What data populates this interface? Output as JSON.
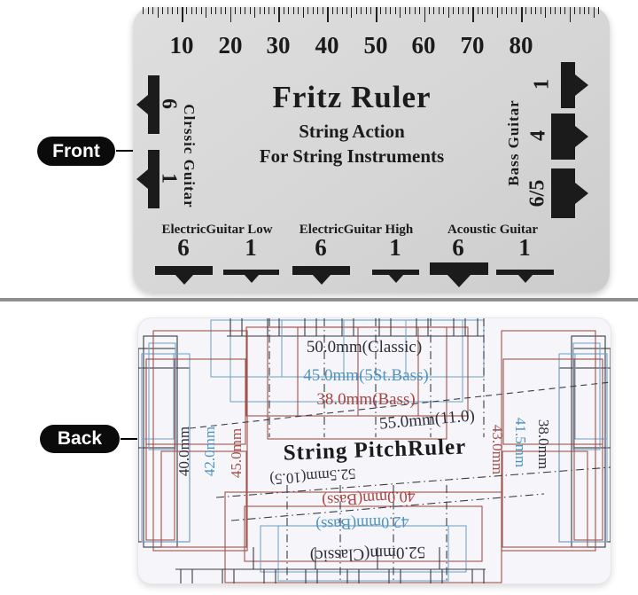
{
  "colors": {
    "front_card": "#d8d8d8",
    "back_card": "#f6f6fa",
    "pill": "#0b0b0b",
    "ink": "#1b1b1b",
    "divider": "#8f8f8f"
  },
  "front": {
    "label": "Front",
    "title": "Fritz Ruler",
    "subtitle1": "String Action",
    "subtitle2": "For String Instruments",
    "ruler_numbers": [
      "10",
      "20",
      "30",
      "40",
      "50",
      "60",
      "70",
      "80"
    ],
    "left_group": {
      "name": "Clrssic Guitar",
      "marker_values": [
        "6",
        "1"
      ]
    },
    "right_group": {
      "name": "Bass Guitar",
      "marker_values": [
        "1",
        "4",
        "6/5"
      ]
    },
    "bottom_groups": [
      {
        "name": "ElectricGuitar Low",
        "marker_values": [
          "6",
          "1"
        ]
      },
      {
        "name": "ElectricGuitar High",
        "marker_values": [
          "6",
          "1"
        ]
      },
      {
        "name": "Acoustic Guitar",
        "marker_values": [
          "6",
          "1"
        ]
      }
    ]
  },
  "back": {
    "label": "Back",
    "title": "String PitchRuler",
    "top_labels": [
      {
        "text": "50.0mm(Classic)",
        "color": "#2e2e38"
      },
      {
        "text": "45.0mm(5St.Bass)",
        "color": "#4f94bd"
      },
      {
        "text": "38.0mm(Bass)",
        "color": "#a8433e"
      },
      {
        "text": "55.0mm(11.0)",
        "color": "#2e2e38"
      }
    ],
    "bottom_labels": [
      {
        "text": "52.5mm(10.5)",
        "color": "#2e2e38"
      },
      {
        "text": "40.0mm(Bass)",
        "color": "#a8433e"
      },
      {
        "text": "42.0mm(Bass)",
        "color": "#4f94bd"
      },
      {
        "text": "52.0mm(Classic)",
        "color": "#2e2e38"
      }
    ],
    "left_edge_labels": [
      {
        "text": "40.0mm",
        "color": "#2e2e38"
      },
      {
        "text": "42.0mm",
        "color": "#4f94bd"
      },
      {
        "text": "45.0mm",
        "color": "#a0524e"
      }
    ],
    "right_edge_labels": [
      {
        "text": "43.0mm",
        "color": "#a0524e"
      },
      {
        "text": "41.5mm",
        "color": "#4f94bd"
      },
      {
        "text": "38.0mm",
        "color": "#2e2e38"
      }
    ],
    "line_colors": {
      "black": "#3b3b45",
      "blue": "#7aa6c6",
      "red": "#a0524e"
    }
  }
}
